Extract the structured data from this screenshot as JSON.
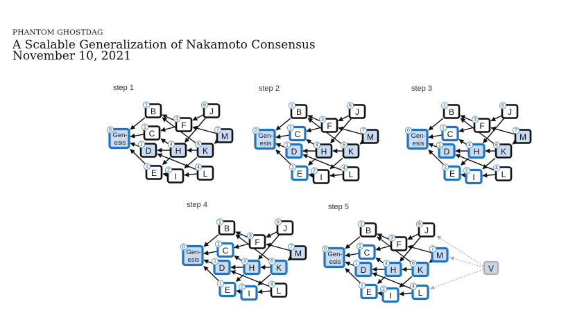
{
  "header": {
    "subtitle": "PHANTOM GHOSTDAG",
    "title": "A Scalable Generalization of Nakamoto Consensus",
    "date": "November 10, 2021"
  },
  "colors": {
    "blue_border": "#1f74c4",
    "black_border": "#111111",
    "light_fill": "#c9dcf0",
    "white_fill": "#ffffff",
    "virtual_fill": "#c8d6e6",
    "virtual_border": "#b0b0b0",
    "score_ring": "#5b9bd5",
    "edge": "#111111",
    "virtual_edge": "#aaaaaa"
  },
  "dag": {
    "nodes": [
      {
        "id": "Genesis",
        "label_top": "Gen-",
        "label_bottom": "esis",
        "score": "0",
        "shaded": true
      },
      {
        "id": "B",
        "label": "B",
        "score": "1",
        "shaded": false
      },
      {
        "id": "C",
        "label": "C",
        "score": "1",
        "shaded": false
      },
      {
        "id": "D",
        "label": "D",
        "score": "1",
        "shaded": true
      },
      {
        "id": "E",
        "label": "E",
        "score": "1",
        "shaded": false
      },
      {
        "id": "F",
        "label": "F",
        "score": "3",
        "shaded": false
      },
      {
        "id": "H",
        "label": "H",
        "score": "4",
        "shaded": true
      },
      {
        "id": "I",
        "label": "I",
        "score": "2",
        "shaded": false
      },
      {
        "id": "J",
        "label": "J",
        "score": "6",
        "shaded": false
      },
      {
        "id": "K",
        "label": "K",
        "score": "6",
        "shaded": true
      },
      {
        "id": "L",
        "label": "L",
        "score": "4",
        "shaded": false
      },
      {
        "id": "M",
        "label": "M",
        "score": "7",
        "shaded": true
      }
    ],
    "edges": [
      [
        "B",
        "Genesis"
      ],
      [
        "C",
        "Genesis"
      ],
      [
        "D",
        "Genesis"
      ],
      [
        "E",
        "Genesis"
      ],
      [
        "F",
        "B"
      ],
      [
        "F",
        "C"
      ],
      [
        "H",
        "C"
      ],
      [
        "H",
        "D"
      ],
      [
        "H",
        "E"
      ],
      [
        "I",
        "E"
      ],
      [
        "J",
        "F"
      ],
      [
        "J",
        "H"
      ],
      [
        "K",
        "B"
      ],
      [
        "K",
        "H"
      ],
      [
        "K",
        "I"
      ],
      [
        "L",
        "D"
      ],
      [
        "L",
        "I"
      ],
      [
        "M",
        "F"
      ],
      [
        "M",
        "K"
      ]
    ]
  },
  "steps": [
    {
      "label": "step 1",
      "blue": [
        "Genesis"
      ],
      "virtual": null
    },
    {
      "label": "step 2",
      "blue": [
        "Genesis",
        "C",
        "D",
        "E"
      ],
      "virtual": null
    },
    {
      "label": "step 3",
      "blue": [
        "Genesis",
        "C",
        "D",
        "E",
        "H",
        "I"
      ],
      "virtual": null
    },
    {
      "label": "step 4",
      "blue": [
        "Genesis",
        "C",
        "D",
        "E",
        "H",
        "I",
        "K"
      ],
      "virtual": null
    },
    {
      "label": "step 5",
      "blue": [
        "Genesis",
        "C",
        "D",
        "E",
        "H",
        "I",
        "K",
        "L",
        "M"
      ],
      "virtual": {
        "label": "V",
        "parents": [
          "J",
          "M",
          "L"
        ]
      }
    }
  ]
}
